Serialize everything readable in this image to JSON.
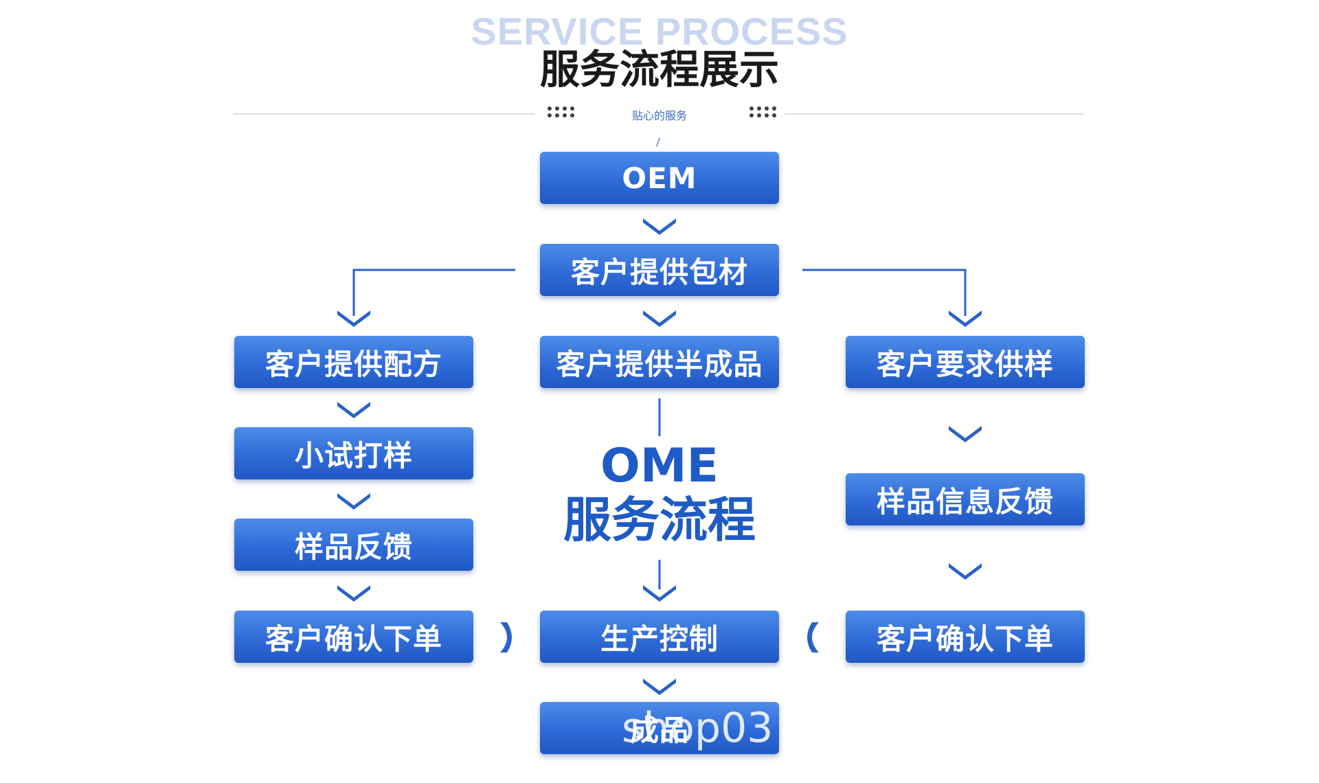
{
  "header": {
    "bg_title": "SERVICE PROCESS",
    "title": "服务流程展示",
    "subtitle": "贴心的服务"
  },
  "steps": {
    "oem": "OEM",
    "provide_packaging": "客户提供包材",
    "provide_formula": "客户提供配方",
    "provide_semi": "客户提供半成品",
    "request_sample": "客户要求供样",
    "trial_sample": "小试打样",
    "sample_feedback_left": "样品反馈",
    "sample_info_feedback": "样品信息反馈",
    "confirm_order_left": "客户确认下单",
    "production_control": "生产控制",
    "confirm_order_right": "客户确认下单",
    "finished_product": "成品"
  },
  "center": {
    "line1": "OME",
    "line2": "服务流程"
  },
  "watermark": "shop03",
  "colors": {
    "box": "#2f6bd8",
    "accent": "#1f5bc4",
    "arrow": "#2a62c9"
  }
}
